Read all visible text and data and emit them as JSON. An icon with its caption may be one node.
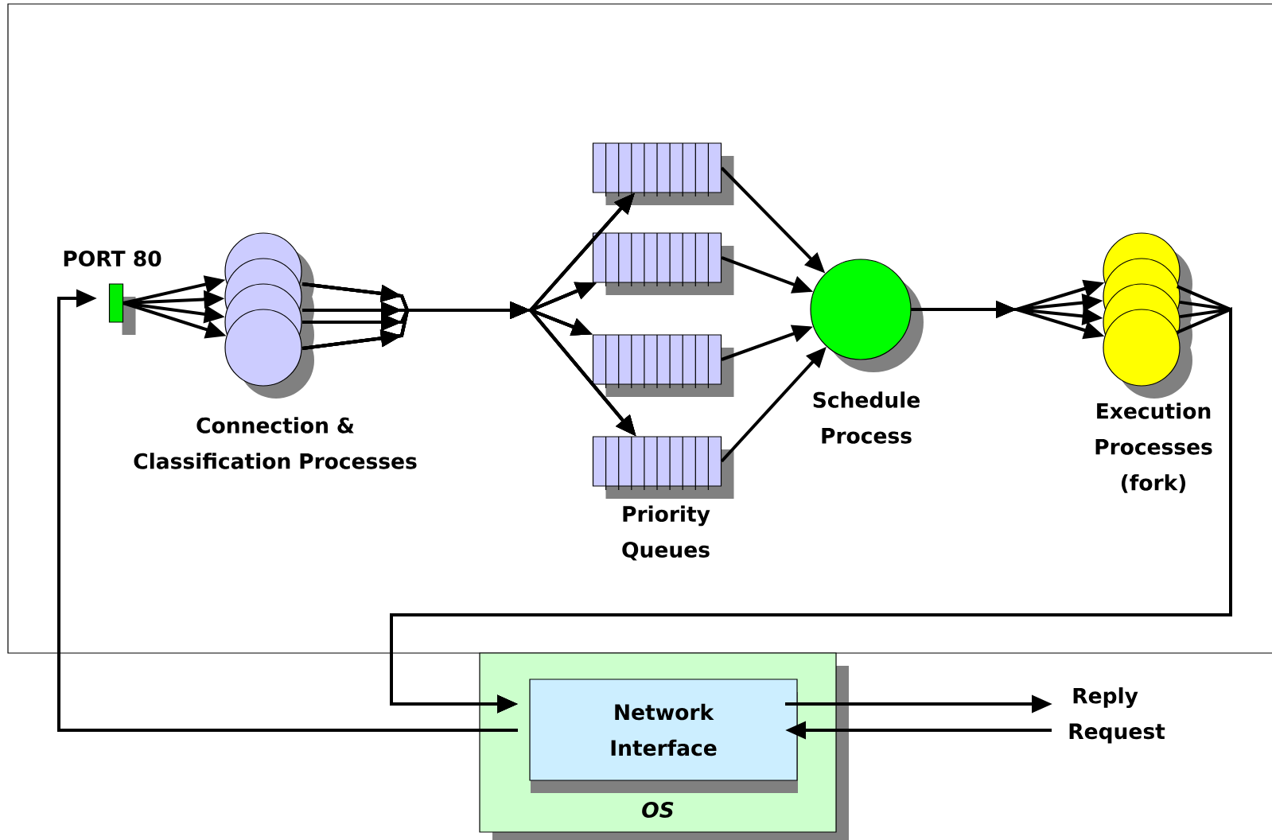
{
  "diagram": {
    "nodes": [
      {
        "text": [
          "PORT 80"
        ]
      },
      {
        "text": [],
        "shape": "circle"
      },
      {
        "text": [],
        "shape": "circle"
      },
      {
        "text": [],
        "shape": "circle"
      },
      {
        "text": [],
        "shape": "circle",
        "beside": [
          "Connection & Classification Processes"
        ]
      },
      {
        "text": [],
        "shape": "box"
      },
      {
        "text": [],
        "shape": "box"
      },
      {
        "text": [],
        "shape": "box"
      },
      {
        "text": [],
        "shape": "box",
        "beside": [
          "Priority Queues"
        ]
      },
      {
        "text": [],
        "shape": "circle",
        "beside": [
          "Schedule Process"
        ]
      },
      {
        "text": [],
        "shape": "circle"
      },
      {
        "text": [],
        "shape": "circle"
      },
      {
        "text": [],
        "shape": "circle"
      },
      {
        "text": [],
        "shape": "circle",
        "beside": [
          "Execution Processes (fork)"
        ]
      },
      {
        "text": [
          "OS"
        ]
      },
      {
        "text": [
          "Network Interface"
        ],
        "in": 14
      },
      {
        "text": [
          "Reply"
        ]
      },
      {
        "text": [
          "Request"
        ]
      }
    ],
    "edges": [
      {
        "from": 0,
        "to": 1,
        "arrow": "to"
      },
      {
        "from": 0,
        "to": 2,
        "arrow": "to"
      },
      {
        "from": 0,
        "to": 3,
        "arrow": "to"
      },
      {
        "from": 0,
        "to": 4,
        "arrow": "to"
      },
      {
        "from": 1,
        "to": 5,
        "arrow": "to"
      },
      {
        "from": 1,
        "to": 6,
        "arrow": "to"
      },
      {
        "from": 1,
        "to": 7,
        "arrow": "to"
      },
      {
        "from": 1,
        "to": 8,
        "arrow": "to"
      },
      {
        "from": 2,
        "to": 5,
        "arrow": "to"
      },
      {
        "from": 2,
        "to": 6,
        "arrow": "to"
      },
      {
        "from": 2,
        "to": 7,
        "arrow": "to"
      },
      {
        "from": 2,
        "to": 8,
        "arrow": "to"
      },
      {
        "from": 3,
        "to": 5,
        "arrow": "to"
      },
      {
        "from": 3,
        "to": 6,
        "arrow": "to"
      },
      {
        "from": 3,
        "to": 7,
        "arrow": "to"
      },
      {
        "from": 3,
        "to": 8,
        "arrow": "to"
      },
      {
        "from": 4,
        "to": 5,
        "arrow": "to"
      },
      {
        "from": 4,
        "to": 6,
        "arrow": "to"
      },
      {
        "from": 4,
        "to": 7,
        "arrow": "to"
      },
      {
        "from": 4,
        "to": 8,
        "arrow": "to"
      },
      {
        "from": 5,
        "to": 9,
        "arrow": "to"
      },
      {
        "from": 6,
        "to": 9,
        "arrow": "to"
      },
      {
        "from": 7,
        "to": 9,
        "arrow": "to"
      },
      {
        "from": 8,
        "to": 9,
        "arrow": "to"
      },
      {
        "from": 9,
        "to": 10,
        "arrow": "to"
      },
      {
        "from": 9,
        "to": 11,
        "arrow": "to"
      },
      {
        "from": 9,
        "to": 12,
        "arrow": "to"
      },
      {
        "from": 9,
        "to": 13,
        "arrow": "to"
      },
      {
        "from": 10,
        "to": 15,
        "arrow": "to"
      },
      {
        "from": 11,
        "to": 15,
        "arrow": "to"
      },
      {
        "from": 12,
        "to": 15,
        "arrow": "to"
      },
      {
        "from": 13,
        "to": 15,
        "arrow": "to"
      },
      {
        "from": 15,
        "to": 0,
        "arrow": "to"
      },
      {
        "from": 15,
        "to": 16,
        "arrow": "to"
      },
      {
        "from": 17,
        "to": 15,
        "arrow": "to"
      }
    ]
  }
}
